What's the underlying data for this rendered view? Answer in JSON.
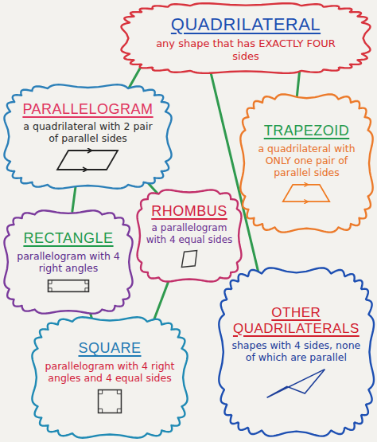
{
  "diagram": {
    "nodes": [
      {
        "text": [
          "QUADRILATERAL",
          "any shape that has EXACTLY FOUR sides"
        ]
      },
      {
        "text": [
          "PARALLELOGRAM",
          "a quadrilateral with 2 pair of parallel sides"
        ]
      },
      {
        "text": [
          "TRAPEZOID",
          "a quadrilateral with ONLY one pair of parallel sides"
        ]
      },
      {
        "text": [
          "RHOMBUS",
          "a parallelogram with 4 equal sides"
        ]
      },
      {
        "text": [
          "RECTANGLE",
          "parallelogram with 4 right angles"
        ]
      },
      {
        "text": [
          "OTHER QUADRILATERALS",
          "shapes with 4 sides, none of which are parallel"
        ]
      },
      {
        "text": [
          "SQUARE",
          "parallelogram with 4 right angles and 4 equal sides"
        ]
      }
    ],
    "edges": [
      {
        "from": 0,
        "to": 1,
        "arrow": "none"
      },
      {
        "from": 0,
        "to": 2,
        "arrow": "none"
      },
      {
        "from": 0,
        "to": 5,
        "arrow": "none"
      },
      {
        "from": 1,
        "to": 4,
        "arrow": "none"
      },
      {
        "from": 1,
        "to": 3,
        "arrow": "none"
      },
      {
        "from": 4,
        "to": 6,
        "arrow": "none"
      },
      {
        "from": 3,
        "to": 6,
        "arrow": "none"
      }
    ]
  }
}
